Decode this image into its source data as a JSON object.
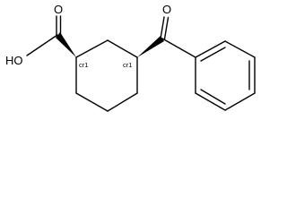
{
  "molecule": {
    "atoms": {
      "carboxyl_oxygen": "O",
      "hydroxyl_group": "HO",
      "ketone_oxygen": "O"
    },
    "stereo_labels": {
      "c1": "cr1",
      "c3": "cr1"
    }
  }
}
